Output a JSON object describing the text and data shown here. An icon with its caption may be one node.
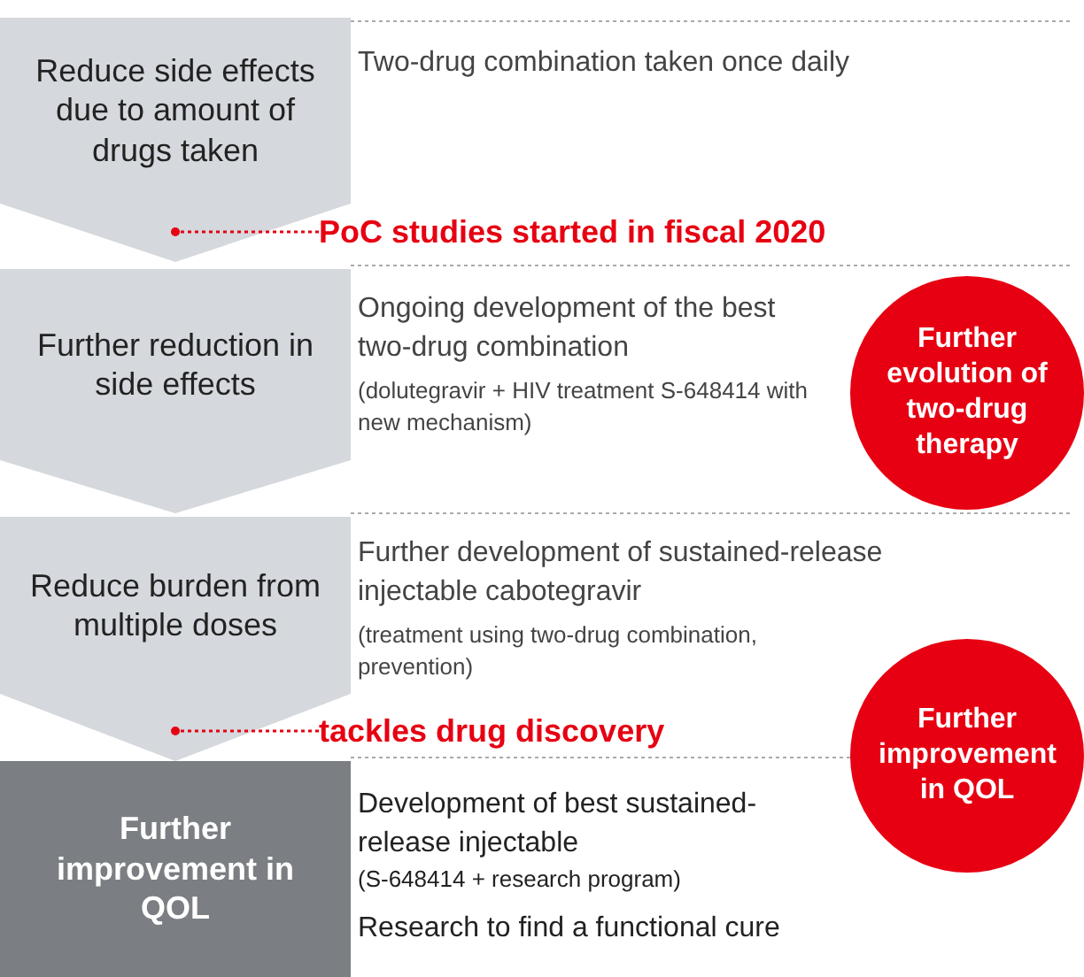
{
  "diagram": {
    "nodes": [
      {
        "text": [
          "Reduce side effects due to amount of drugs taken"
        ],
        "beside": [
          "Two-drug combination taken once daily"
        ]
      },
      {
        "text": [
          "Further reduction in side effects"
        ],
        "beside": [
          "Ongoing development of the best two-drug combination",
          "(dolutegravir + HIV treatment S-648414 with new mechanism)"
        ]
      },
      {
        "text": [
          "Reduce burden from multiple doses"
        ],
        "beside": [
          "Further development of sustained-release injectable cabotegravir",
          "(treatment using two-drug combination, prevention)"
        ]
      },
      {
        "text": [
          "Further improvement in QOL"
        ],
        "beside": [
          "Development of best sustained-release injectable",
          "(S-648414 + research program)",
          "Research to find a functional cure"
        ]
      },
      {
        "text": [
          "Further evolution of two-drug therapy"
        ]
      },
      {
        "text": [
          "Further improvement in QOL"
        ]
      },
      {
        "text": [
          "PoC studies started in fiscal 2020"
        ]
      },
      {
        "text": [
          "tackles drug discovery"
        ]
      }
    ],
    "edges": [
      {
        "from": 6,
        "to": 0,
        "arrow": "other",
        "style": "dashed",
        "color": "#e60012"
      },
      {
        "from": 7,
        "to": 2,
        "arrow": "other",
        "style": "dashed",
        "color": "#e60012"
      }
    ]
  }
}
